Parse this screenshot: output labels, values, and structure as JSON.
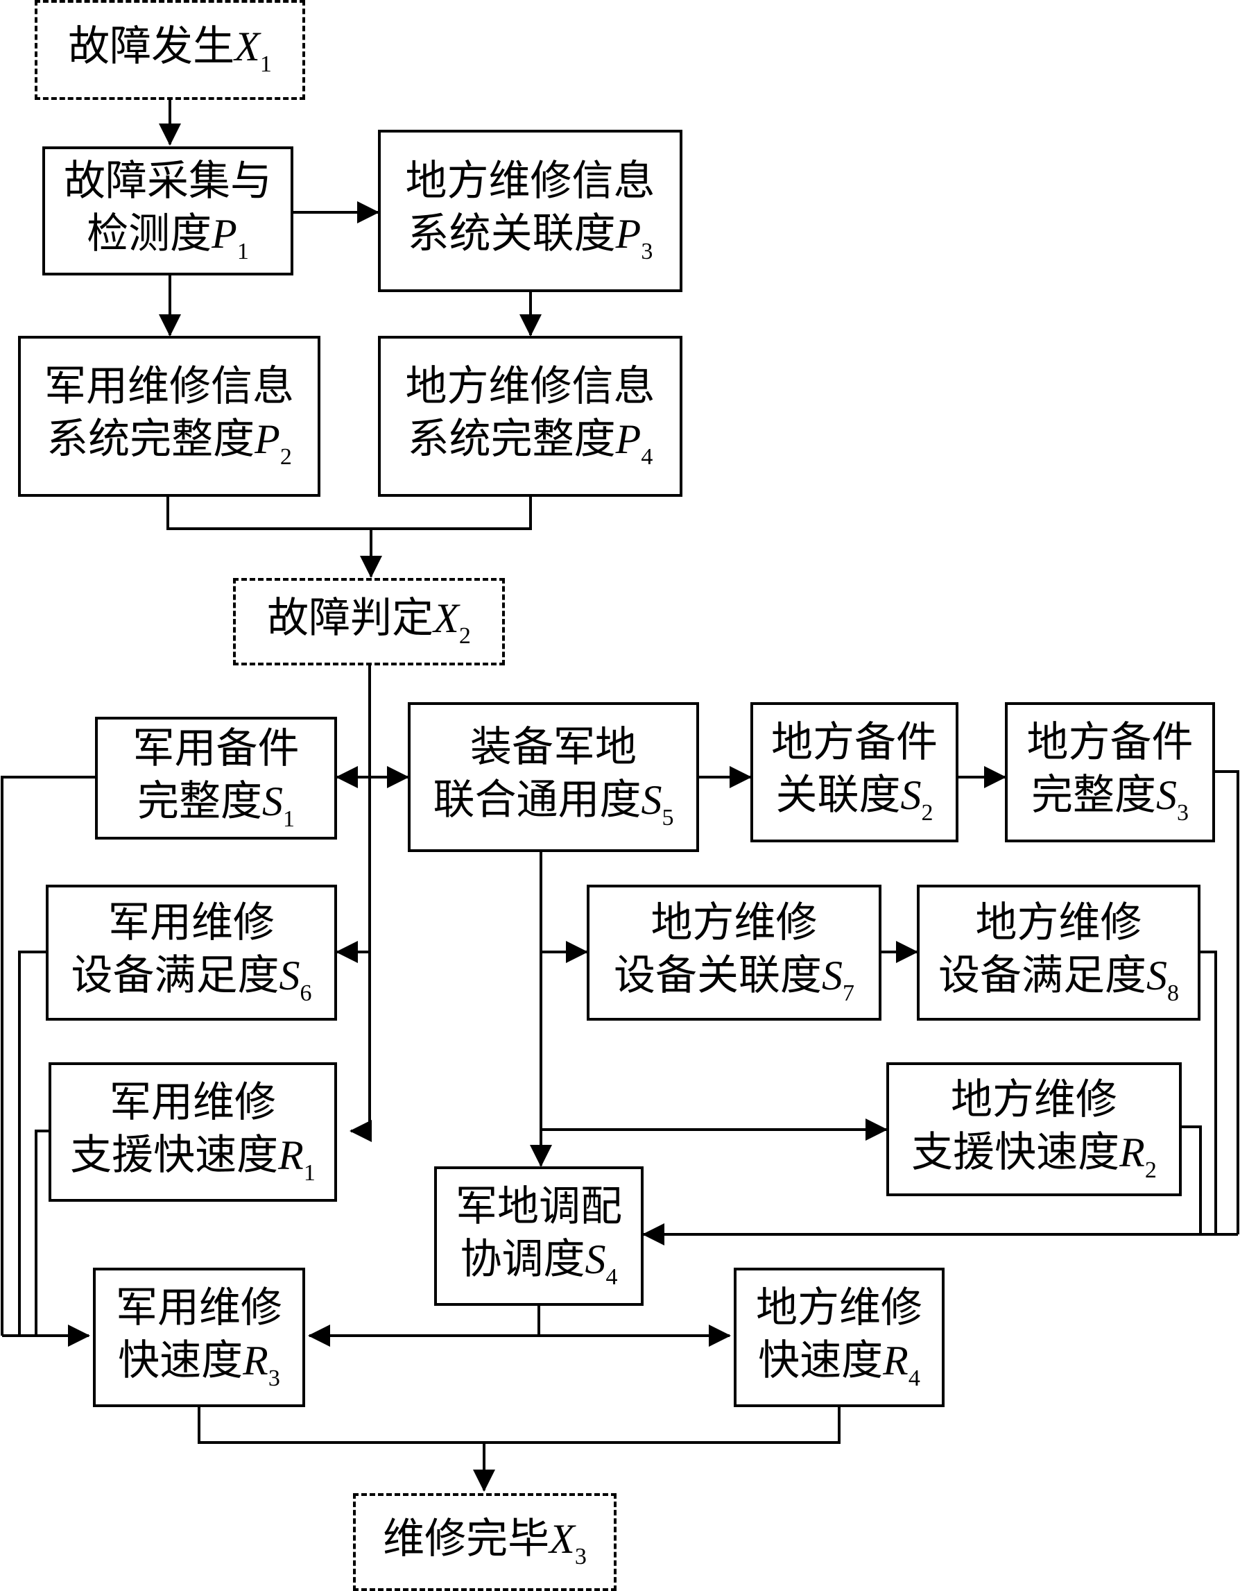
{
  "nodes": {
    "X1": {
      "text": "故障发生",
      "var": "X",
      "sub": "1"
    },
    "P1": {
      "line1": "故障采集与",
      "text": "检测度",
      "var": "P",
      "sub": "1"
    },
    "P3": {
      "line1": "地方维修信息",
      "text": "系统关联度",
      "var": "P",
      "sub": "3"
    },
    "P2": {
      "line1": "军用维修信息",
      "text": "系统完整度",
      "var": "P",
      "sub": "2"
    },
    "P4": {
      "line1": "地方维修信息",
      "text": "系统完整度",
      "var": "P",
      "sub": "4"
    },
    "X2": {
      "text": "故障判定",
      "var": "X",
      "sub": "2"
    },
    "S1": {
      "line1": "军用备件",
      "text": "完整度",
      "var": "S",
      "sub": "1"
    },
    "S5": {
      "line1": "装备军地",
      "text": "联合通用度",
      "var": "S",
      "sub": "5"
    },
    "S2": {
      "line1": "地方备件",
      "text": "关联度",
      "var": "S",
      "sub": "2"
    },
    "S3": {
      "line1": "地方备件",
      "text": "完整度",
      "var": "S",
      "sub": "3"
    },
    "S6": {
      "line1": "军用维修",
      "text": "设备满足度",
      "var": "S",
      "sub": "6"
    },
    "S7": {
      "line1": "地方维修",
      "text": "设备关联度",
      "var": "S",
      "sub": "7"
    },
    "S8": {
      "line1": "地方维修",
      "text": "设备满足度",
      "var": "S",
      "sub": "8"
    },
    "R1": {
      "line1": "军用维修",
      "text": "支援快速度",
      "var": "R",
      "sub": "1"
    },
    "R2": {
      "line1": "地方维修",
      "text": "支援快速度",
      "var": "R",
      "sub": "2"
    },
    "S4": {
      "line1": "军地调配",
      "text": "协调度",
      "var": "S",
      "sub": "4"
    },
    "R3": {
      "line1": "军用维修",
      "text": "快速度",
      "var": "R",
      "sub": "3"
    },
    "R4": {
      "line1": "地方维修",
      "text": "快速度",
      "var": "R",
      "sub": "4"
    },
    "X3": {
      "text": "维修完毕",
      "var": "X",
      "sub": "3"
    }
  }
}
